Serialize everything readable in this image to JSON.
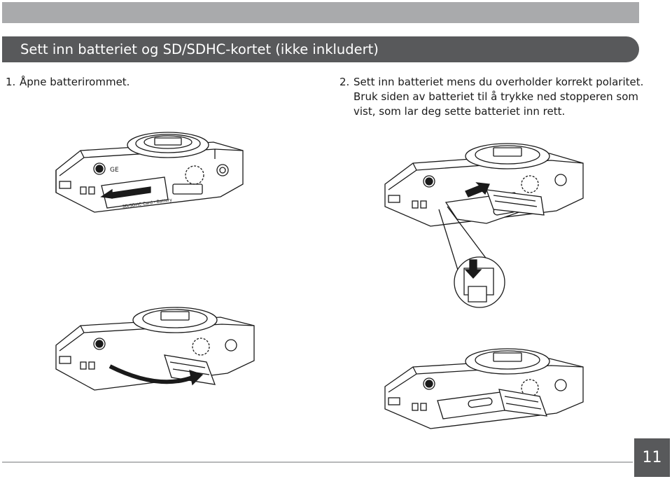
{
  "page": {
    "title": "Sett inn batteriet og SD/SDHC-kortet (ikke inkludert)",
    "number": "11"
  },
  "steps": [
    {
      "number": "1.",
      "text": "Åpne batterirommet."
    },
    {
      "number": "2.",
      "text": "Sett inn batteriet mens du overholder korrekt polaritet. Bruk siden av batteriet til å trykke ned stopperen som vist, som lar deg sette batteriet inn rett."
    }
  ],
  "illustrations": {
    "brand_mark": "GE",
    "door_label": "SD/SDHC Card - Battery"
  },
  "colors": {
    "top_band": "#a9aaac",
    "title_bar": "#58595b",
    "page_box": "#58595b",
    "rule": "#b7b8ba"
  }
}
